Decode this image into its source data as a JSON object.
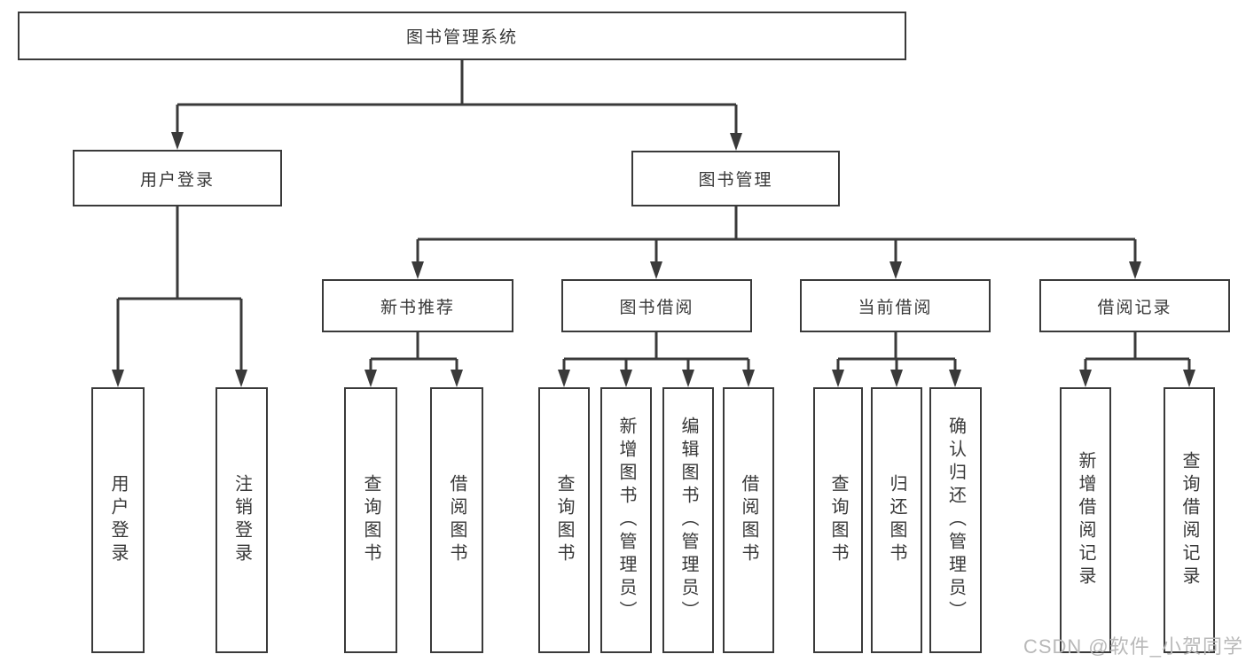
{
  "tree": {
    "root": "图书管理系统",
    "user_login": "用户登录",
    "book_mgmt": "图书管理",
    "new_books": "新书推荐",
    "book_borrow": "图书借阅",
    "current_borrow": "当前借阅",
    "borrow_records": "借阅记录",
    "leaves": {
      "user_login_1": "用户登录",
      "user_login_2": "注销登录",
      "new_books_1": "查询图书",
      "new_books_2": "借阅图书",
      "book_borrow_1": "查询图书",
      "book_borrow_2": "新增图书（管理员）",
      "book_borrow_3": "编辑图书（管理员）",
      "book_borrow_4": "借阅图书",
      "current_borrow_1": "查询图书",
      "current_borrow_2": "归还图书",
      "current_borrow_3": "确认归还（管理员）",
      "borrow_records_1": "新增借阅记录",
      "borrow_records_2": "查询借阅记录"
    }
  },
  "watermark": "CSDN @软件_小贺同学",
  "colors": {
    "line": "#3a3a3a",
    "text": "#383838",
    "watermark": "#b9b9b9",
    "background": "#ffffff"
  }
}
